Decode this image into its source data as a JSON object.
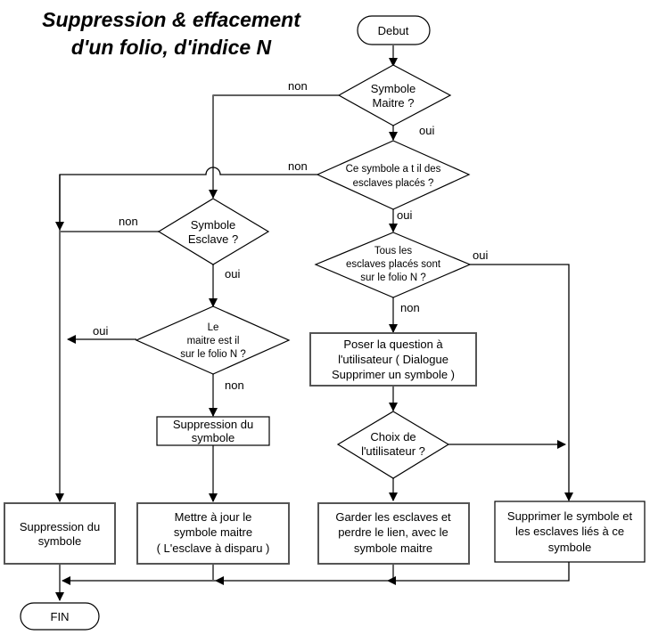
{
  "title": {
    "line1": "Suppression & effacement",
    "line2": "d'un folio, d'indice N"
  },
  "nodes": {
    "start": {
      "label": "Debut"
    },
    "end": {
      "label": "FIN"
    },
    "d_maitre": {
      "lines": [
        "Symbole",
        "Maitre ?"
      ]
    },
    "d_esclaves": {
      "lines": [
        "Ce symbole a t il des",
        "esclaves placés ?"
      ]
    },
    "d_tous": {
      "lines": [
        "Tous les",
        "esclaves placés sont",
        "sur le folio N ?"
      ]
    },
    "d_esclave": {
      "lines": [
        "Symbole",
        "Esclave ?"
      ]
    },
    "d_maitre_folio": {
      "lines": [
        "Le",
        "maitre est il",
        "sur le folio N ?"
      ]
    },
    "d_choix": {
      "lines": [
        "Choix  de",
        "l'utilisateur ?"
      ]
    },
    "p_question": {
      "lines": [
        "Poser la question à",
        "l'utilisateur ( Dialogue",
        "Supprimer un symbole )"
      ]
    },
    "p_suppr_mid": {
      "lines": [
        "Suppression du",
        "symbole"
      ]
    },
    "p_suppr_left": {
      "lines": [
        "Suppression du",
        "symbole"
      ]
    },
    "p_mettre": {
      "lines": [
        "Mettre à jour le",
        "symbole maitre",
        "( L'esclave à disparu )"
      ]
    },
    "p_garder": {
      "lines": [
        "Garder les esclaves et",
        "perdre le lien, avec le",
        "symbole maitre"
      ]
    },
    "p_supprimer_tous": {
      "lines": [
        "Supprimer le symbole et",
        "les esclaves liés à ce",
        "symbole"
      ]
    }
  },
  "edge_labels": {
    "maitre_non": "non",
    "maitre_oui": "oui",
    "esclaves_non": "non",
    "esclaves_oui": "oui",
    "tous_oui": "oui",
    "tous_non": "non",
    "esclave_non": "non",
    "esclave_oui": "oui",
    "maitre_folio_oui": "oui",
    "maitre_folio_non": "non"
  }
}
